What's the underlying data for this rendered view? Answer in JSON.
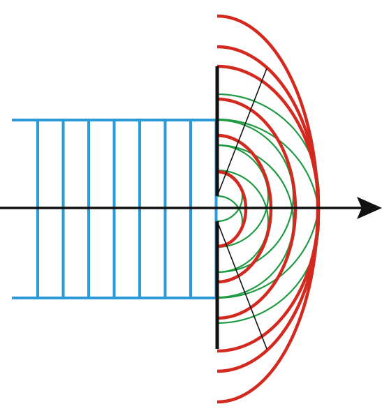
{
  "diagram": {
    "colors": {
      "background": "#ffffff",
      "plane_wave": "#2a9bd8",
      "diffracted_wave": "#d4291f",
      "secondary_wavelet": "#1f9a43",
      "axis": "#111111",
      "barrier": "#111111",
      "construction_line": "#111111"
    },
    "incoming_wavefront_count": 8,
    "diffracted_wavefront_count": 5,
    "wavelets_per_slit_edge": 4
  }
}
